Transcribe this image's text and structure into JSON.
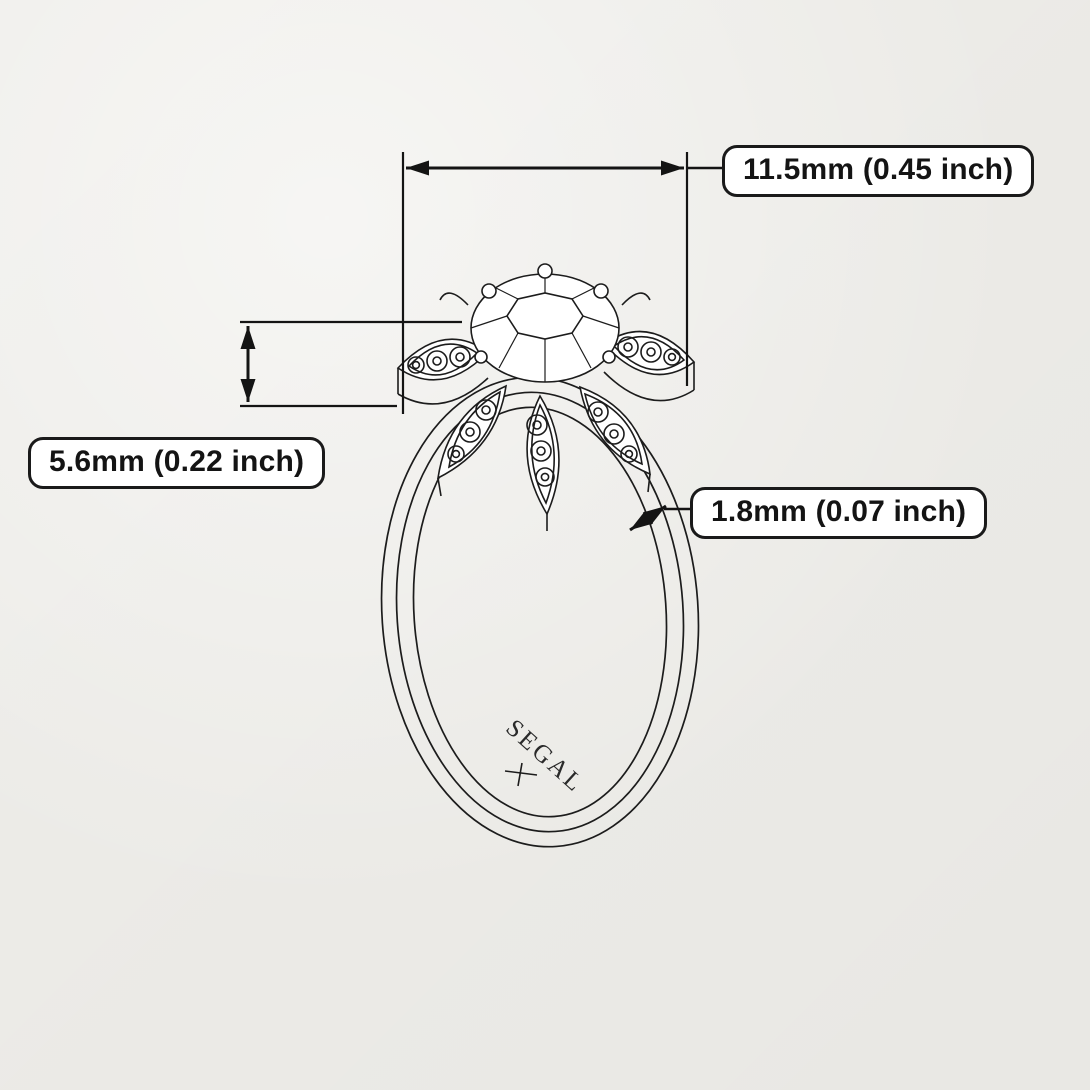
{
  "drawing": {
    "title": "ring-technical-drawing",
    "engraving": "SEGAL"
  },
  "dimensions": {
    "width_label": "11.5mm (0.45 inch)",
    "height_label": "5.6mm (0.22 inch)",
    "band_label": "1.8mm (0.07 inch)"
  },
  "colors": {
    "paper": "#f2f1ed",
    "ink": "#1c1c1c",
    "label_background": "#ffffff",
    "label_border": "#1a1a1a"
  }
}
